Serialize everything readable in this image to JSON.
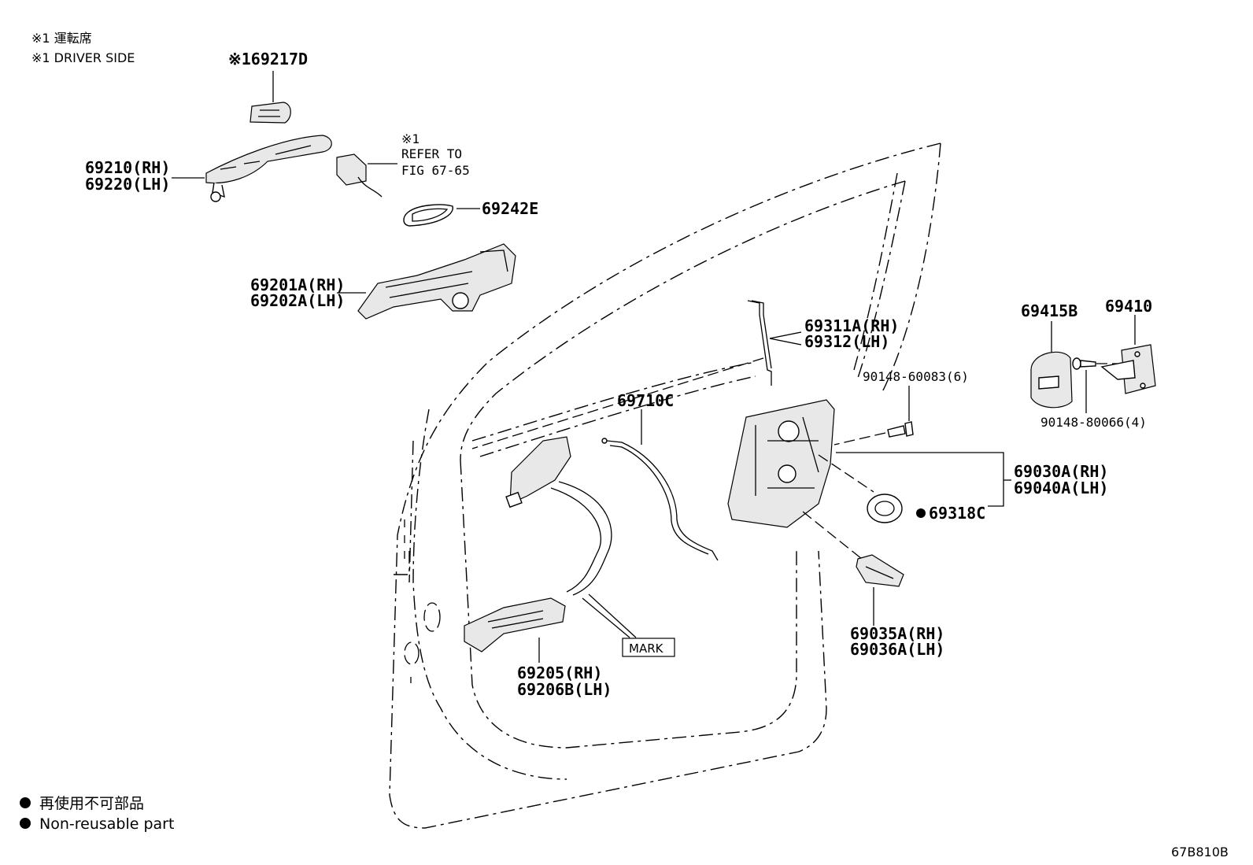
{
  "notes": {
    "line1": "※1 運転席",
    "line2": "※1 DRIVER SIDE"
  },
  "labels": {
    "p69217D": "※169217D",
    "p69210": "69210(RH)",
    "p69220": "69220(LH)",
    "refer1": "※1",
    "refer2": "REFER TO",
    "refer3": "FIG 67-65",
    "p69242E": "69242E",
    "p69201A": "69201A(RH)",
    "p69202A": "69202A(LH)",
    "p69311A": "69311A(RH)",
    "p69312": "69312(LH)",
    "p90148_60083": "90148-60083(6)",
    "p69415B": "69415B",
    "p69410": "69410",
    "p90148_80066": "90148-80066(4)",
    "p69710C": "69710C",
    "p69030A": "69030A(RH)",
    "p69040A": "69040A(LH)",
    "p69318C": "69318C",
    "p69035A": "69035A(RH)",
    "p69036A": "69036A(LH)",
    "mark": "MARK",
    "p69205": "69205(RH)",
    "p69206B": "69206B(LH)"
  },
  "legend": {
    "jp": "再使用不可部品",
    "en": "Non-reusable part"
  },
  "figure_id": "67B810B"
}
